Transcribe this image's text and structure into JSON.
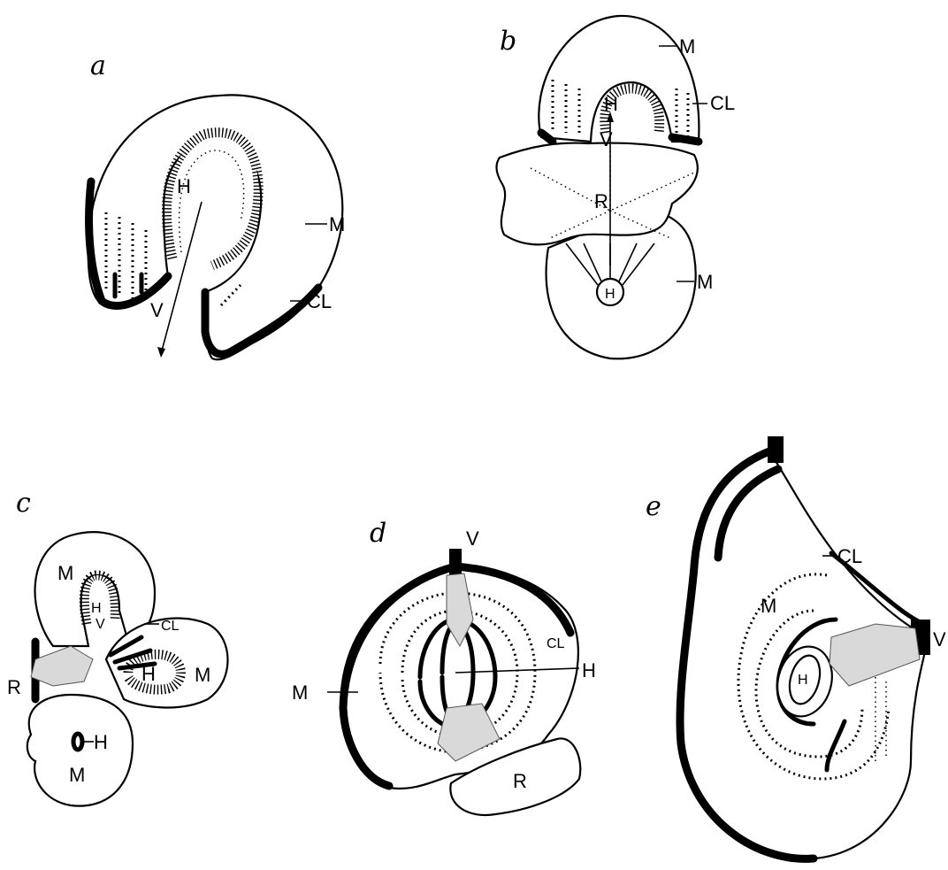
{
  "panels": {
    "a": {
      "letter": "a",
      "labels": {
        "H": "H",
        "V": "V",
        "M": "M",
        "CL": "CL"
      }
    },
    "b": {
      "letter": "b",
      "labels": {
        "M_top": "M",
        "CL": "CL",
        "H_top": "H",
        "V": "V",
        "R": "R",
        "H_bottom": "H",
        "M_bottom": "M"
      }
    },
    "c": {
      "letter": "c",
      "labels": {
        "M_top": "M",
        "CL": "CL",
        "H_top": "H",
        "V": "V",
        "R": "R",
        "H_mid": "H",
        "M_mid": "M",
        "H_bottom": "H",
        "M_bottom": "M"
      }
    },
    "d": {
      "letter": "d",
      "labels": {
        "V": "V",
        "CL": "CL",
        "H": "H",
        "M": "M",
        "R": "R"
      }
    },
    "e": {
      "letter": "e",
      "labels": {
        "CL": "CL",
        "M": "M",
        "H": "H",
        "V": "V"
      }
    }
  }
}
